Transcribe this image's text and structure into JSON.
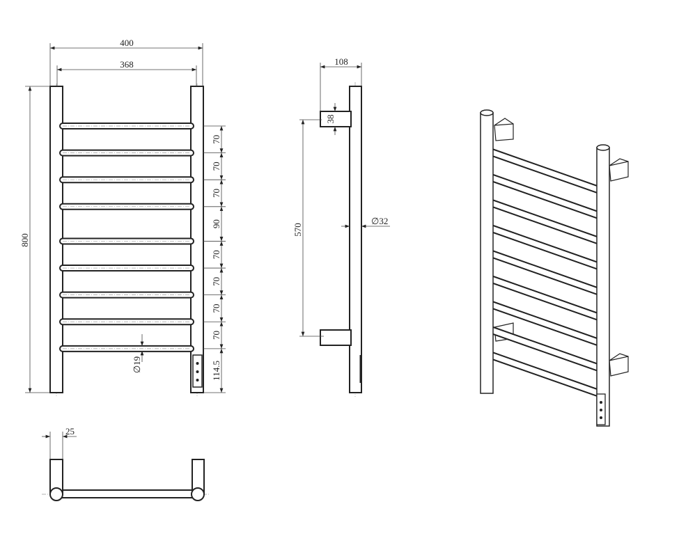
{
  "title": "Electric towel rail dimension drawing",
  "front_view": {
    "overall_width": "400",
    "inner_width": "368",
    "height": "800",
    "spacings": [
      "70",
      "70",
      "70",
      "90",
      "70",
      "70",
      "70",
      "70",
      "114.5"
    ],
    "bar_diameter": "∅19",
    "bar_count": 9
  },
  "side_view": {
    "depth": "108",
    "bracket_height": "38",
    "bracket_spacing": "570",
    "post_diameter": "∅32"
  },
  "top_view": {
    "offset": "25"
  }
}
